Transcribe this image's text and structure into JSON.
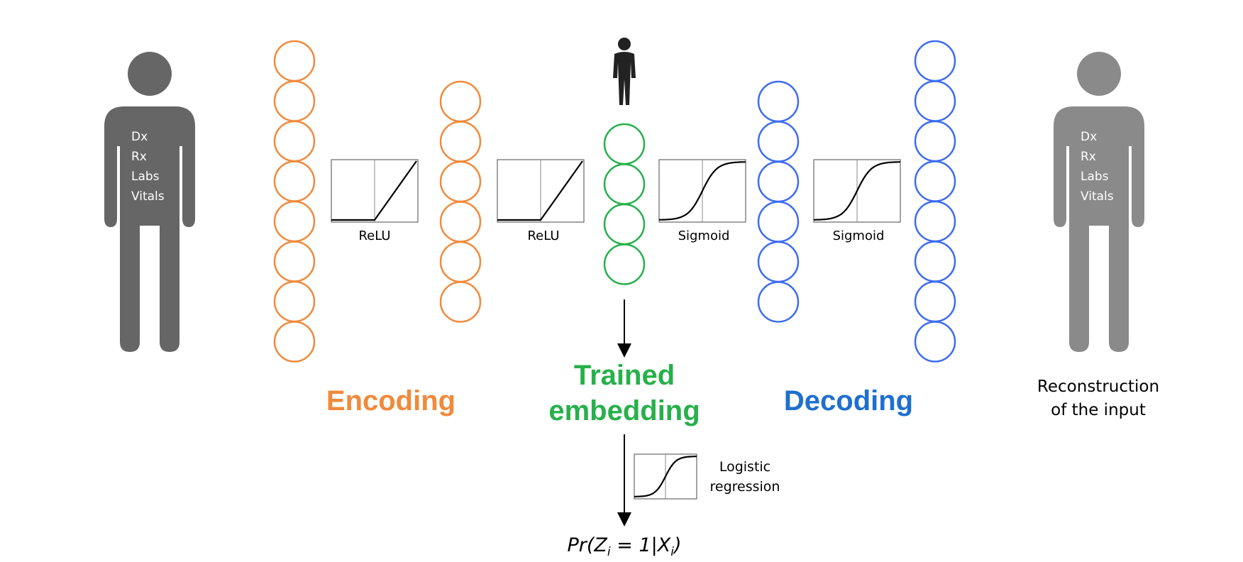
{
  "input_person": {
    "features": [
      "Dx",
      "Rx",
      "Labs",
      "Vitals"
    ],
    "color": "#666666"
  },
  "output_person": {
    "features": [
      "Dx",
      "Rx",
      "Labs",
      "Vitals"
    ],
    "caption": [
      "Reconstruction",
      "of the input"
    ],
    "color": "#8a8a8a"
  },
  "layers": {
    "encoder_input": {
      "nodes": 8,
      "color": "#f08a3c"
    },
    "encoder_hidden": {
      "nodes": 6,
      "color": "#f08a3c"
    },
    "embedding": {
      "nodes": 4,
      "color": "#27b04b"
    },
    "decoder_hidden": {
      "nodes": 6,
      "color": "#3d6cf0"
    },
    "decoder_output": {
      "nodes": 8,
      "color": "#3d6cf0"
    }
  },
  "activations": {
    "enc1": {
      "label": "ReLU",
      "kind": "relu"
    },
    "enc2": {
      "label": "ReLU",
      "kind": "relu"
    },
    "dec1": {
      "label": "Sigmoid",
      "kind": "sigmoid"
    },
    "dec2": {
      "label": "Sigmoid",
      "kind": "sigmoid"
    },
    "logistic": {
      "label_lines": [
        "Logistic",
        "regression"
      ],
      "kind": "sigmoid"
    }
  },
  "sections": {
    "encoding": {
      "label": "Encoding",
      "color": "#f08a3c"
    },
    "embedding": {
      "label_lines": [
        "Trained",
        "embedding"
      ],
      "color": "#27b04b"
    },
    "decoding": {
      "label": "Decoding",
      "color": "#1f6fd0"
    }
  },
  "output_formula": {
    "prefix": "Pr(Z",
    "sub1": "i",
    "middle": " = 1|X",
    "sub2": "i",
    "suffix": ")"
  }
}
